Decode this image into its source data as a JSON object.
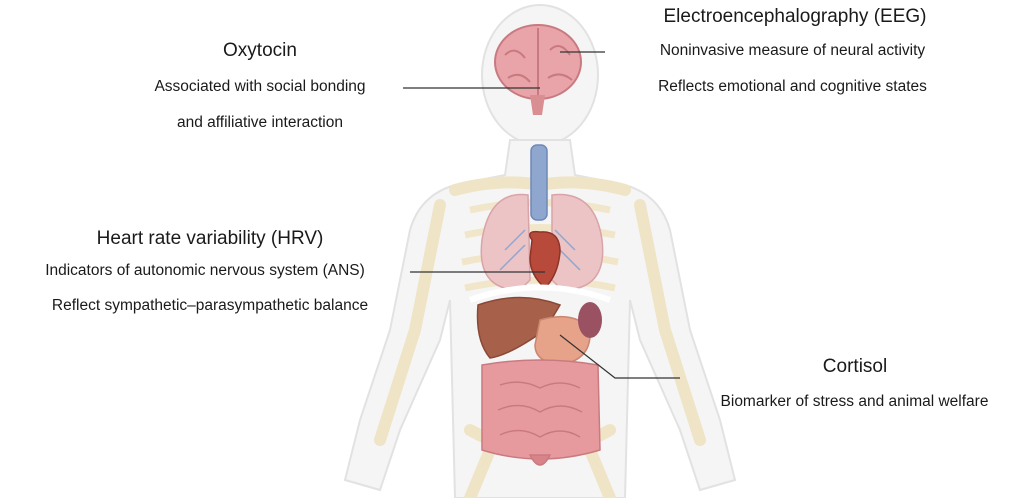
{
  "annotations": {
    "oxytocin": {
      "title": "Oxytocin",
      "lines": [
        "Associated with social bonding",
        "and affiliative interaction"
      ]
    },
    "eeg": {
      "title": "Electroencephalography (EEG)",
      "lines": [
        "Noninvasive measure of neural activity",
        "Reflects emotional and cognitive states"
      ]
    },
    "hrv": {
      "title": "Heart rate variability (HRV)",
      "lines": [
        "Indicators of autonomic nervous system (ANS)",
        "Reflect sympathetic–parasympathetic balance"
      ]
    },
    "cortisol": {
      "title": "Cortisol",
      "lines": [
        "Biomarker of stress and animal welfare"
      ]
    }
  },
  "colors": {
    "body_outline": "#e6e6e6",
    "skeleton": "#f3ead2",
    "brain": "#e8a4a8",
    "trachea": "#8fa6cf",
    "lungs": "#ecc4c6",
    "heart": "#b84a3c",
    "liver": "#a7604a",
    "stomach": "#e6a38a",
    "spleen": "#9a5263",
    "intestine": "#e79a9e",
    "leader_line": "#333333"
  }
}
